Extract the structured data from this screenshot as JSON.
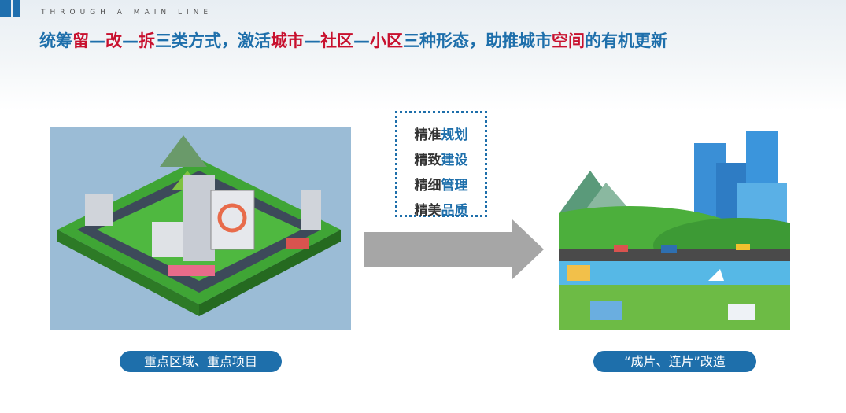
{
  "header": {
    "subtitle": "THROUGH A MAIN LINE",
    "title_parts": [
      {
        "t": "统筹",
        "red": false
      },
      {
        "t": "留",
        "red": true
      },
      {
        "t": "—",
        "red": false
      },
      {
        "t": "改",
        "red": true
      },
      {
        "t": "—",
        "red": false
      },
      {
        "t": "拆",
        "red": true
      },
      {
        "t": "三类方式，激活",
        "red": false
      },
      {
        "t": "城市",
        "red": true
      },
      {
        "t": "—",
        "red": false
      },
      {
        "t": "社区",
        "red": true
      },
      {
        "t": "—",
        "red": false
      },
      {
        "t": "小区",
        "red": true
      },
      {
        "t": "三种形态，助推城市",
        "red": false
      },
      {
        "t": "空间",
        "red": true
      },
      {
        "t": "的有机更新",
        "red": false
      }
    ]
  },
  "middle": {
    "items": [
      {
        "a": "精准",
        "b": "规划"
      },
      {
        "a": "精致",
        "b": "建设"
      },
      {
        "a": "精细",
        "b": "管理"
      },
      {
        "a": "精美",
        "b": "品质"
      }
    ]
  },
  "left": {
    "label": "重点区域、重点项目"
  },
  "right": {
    "label": "“成片、连片”改造"
  },
  "colors": {
    "blue": "#1e6fab",
    "red": "#c8102e"
  }
}
